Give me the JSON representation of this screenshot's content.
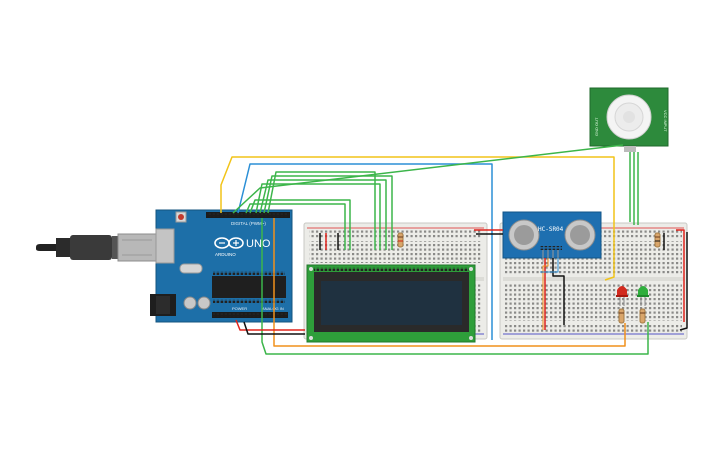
{
  "labels": {
    "uno": "UNO",
    "arduino": "ARDUINO",
    "digital": "DIGITAL (PWM~)",
    "power": "POWER",
    "analog": "ANALOG IN",
    "ultrasonic": "HC-SR04",
    "pir_left": "GND OUT",
    "pir_right": "VCC INPUT"
  },
  "colors": {
    "board": "#1d6fa8",
    "breadboard": "#e9e9e5",
    "lcd_pcb": "#2e9e3a",
    "lcd_screen": "#1f3140",
    "pir_pcb": "#2d8a3c",
    "ultrasonic_pcb": "#1e6fb0",
    "wire_yellow": "#f2c418",
    "wire_blue": "#2b8fd6",
    "wire_green": "#3cb54a",
    "wire_red": "#e0231c",
    "wire_black": "#111111",
    "wire_orange": "#f0901c",
    "led_red": "#d22a1e",
    "led_green": "#2fae3c"
  },
  "icons": {
    "usb": "usb-cable-icon",
    "reset": "reset-button-icon",
    "logo": "arduino-logo-icon"
  }
}
